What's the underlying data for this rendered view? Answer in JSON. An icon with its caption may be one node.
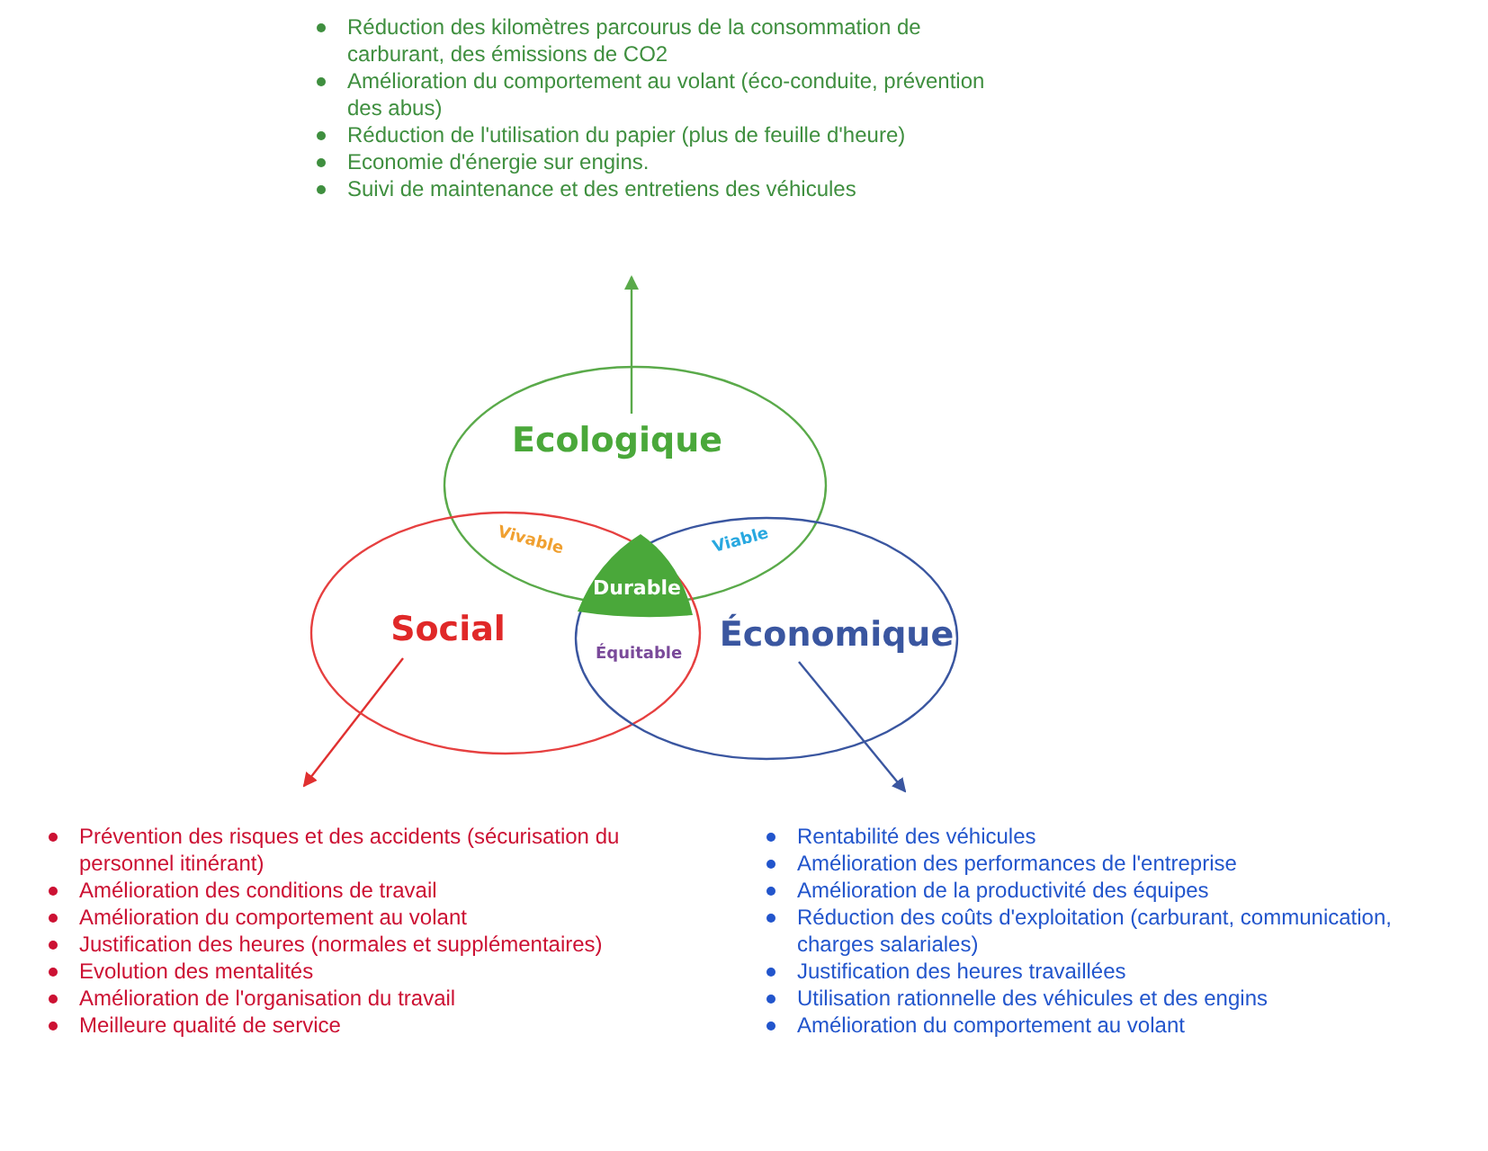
{
  "diagram": {
    "nodes": [
      {
        "text": [
          "Ecologique"
        ]
      },
      {
        "text": [
          "Social"
        ]
      },
      {
        "text": [
          "Économique"
        ]
      },
      {
        "text": [
          "Durable"
        ]
      },
      {
        "text": [
          "Réduction des kilomètres parcourus de la consommation de carburant, des émissions de CO2",
          "Amélioration du comportement au volant (éco-conduite, prévention des abus)",
          "Réduction de l'utilisation du papier (plus de feuille d'heure)",
          "Economie d'énergie sur engins.",
          "Suivi de maintenance et des entretiens des véhicules"
        ]
      },
      {
        "text": [
          "Prévention des risques et des accidents (sécurisation du personnel itinérant)",
          "Amélioration des conditions de travail",
          "Amélioration du comportement au volant",
          "Justification des heures (normales et supplémentaires)",
          "Evolution des mentalités",
          "Amélioration de l'organisation du travail",
          "Meilleure qualité de service"
        ]
      },
      {
        "text": [
          "Rentabilité des véhicules",
          "Amélioration des performances de l'entreprise",
          "Amélioration de la productivité des équipes",
          "Réduction des coûts d'exploitation (carburant, communication, charges salariales)",
          "Justification des heures travaillées",
          "Utilisation rationnelle des véhicules et des engins",
          "Amélioration du comportement au volant"
        ]
      }
    ],
    "edges": [
      {
        "from": 0,
        "to": 4,
        "arrow": "to",
        "color": "#5aaa4a"
      },
      {
        "from": 1,
        "to": 5,
        "arrow": "to",
        "color": "#e03030"
      },
      {
        "from": 2,
        "to": 6,
        "arrow": "to",
        "color": "#3a56a0"
      }
    ],
    "labels": [
      "Vivable",
      "Viable",
      "Équitable"
    ]
  }
}
